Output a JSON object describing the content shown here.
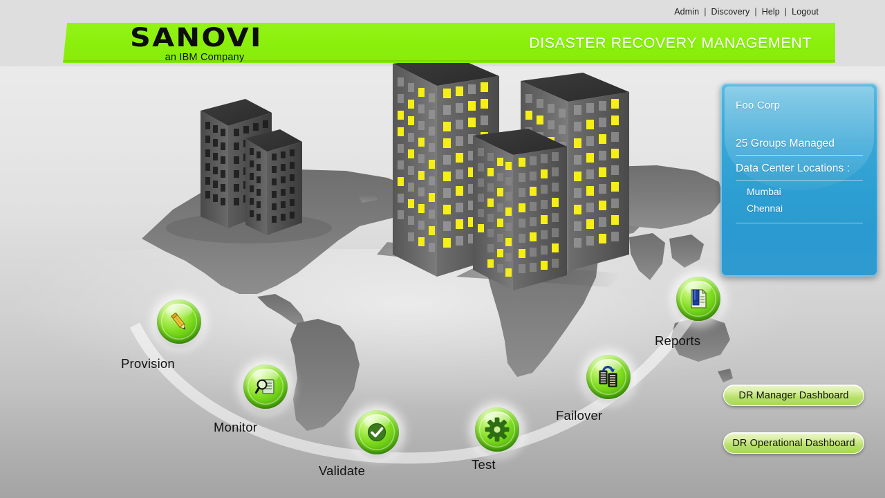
{
  "topnav": {
    "items": [
      {
        "label": "Admin",
        "name": "nav-admin"
      },
      {
        "label": "Discovery",
        "name": "nav-discovery"
      },
      {
        "label": "Help",
        "name": "nav-help"
      },
      {
        "label": "Logout",
        "name": "nav-logout"
      }
    ],
    "separator": "|"
  },
  "header": {
    "logo_word": "SANOVI",
    "logo_tagline": "an IBM Company",
    "title": "DISASTER RECOVERY MANAGEMENT",
    "banner_color": "#8cf00d",
    "title_color": "#ffffff"
  },
  "info_panel": {
    "company": "Foo Corp",
    "groups_managed": "25 Groups Managed",
    "locations_label": "Data Center Locations :",
    "locations": [
      "Mumbai",
      "Chennai"
    ],
    "panel_color": "#2e9fd2"
  },
  "dashboards": [
    {
      "label": "DR Manager Dashboard",
      "name": "dr-manager-dashboard-button"
    },
    {
      "label": "DR Operational Dashboard",
      "name": "dr-operational-dashboard-button"
    }
  ],
  "workflow": {
    "nodes": [
      {
        "label": "Provision",
        "icon": "pencil-icon",
        "name": "workflow-node-provision"
      },
      {
        "label": "Monitor",
        "icon": "magnifier-document-icon",
        "name": "workflow-node-monitor"
      },
      {
        "label": "Validate",
        "icon": "check-circle-icon",
        "name": "workflow-node-validate"
      },
      {
        "label": "Test",
        "icon": "gear-icon",
        "name": "workflow-node-test"
      },
      {
        "label": "Failover",
        "icon": "server-transfer-icon",
        "name": "workflow-node-failover"
      },
      {
        "label": "Reports",
        "icon": "report-document-icon",
        "name": "workflow-node-reports"
      }
    ],
    "orb_color": "#7fdc1e",
    "label_color": "#121212"
  },
  "scene": {
    "background_top": "#dedede",
    "background_bottom": "#a4a4a4",
    "map_color": "#7d7d7d",
    "building_window_lit": "#f5ef16"
  }
}
